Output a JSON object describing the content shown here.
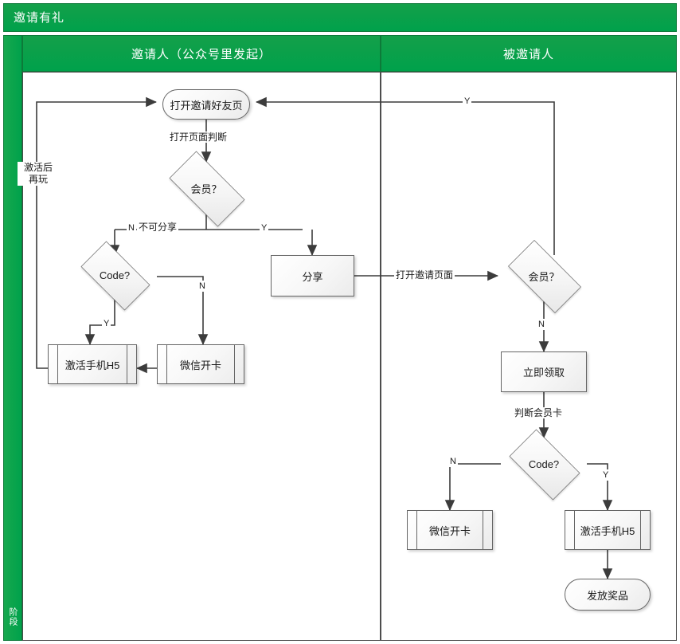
{
  "diagram": {
    "pool_title": "邀请有礼",
    "lane_vertical_label": "阶段",
    "columns": [
      {
        "label": "邀请人（公众号里发起）"
      },
      {
        "label": "被邀请人"
      }
    ],
    "nodes": [
      {
        "id": "open_invite_page",
        "label": "打开邀请好友页",
        "shape": "terminator",
        "lane": 0
      },
      {
        "id": "member_q_left",
        "label": "会员？",
        "shape": "decision",
        "lane": 0
      },
      {
        "id": "code_q_left",
        "label": "Code?",
        "shape": "decision",
        "lane": 0
      },
      {
        "id": "activate_h5_left",
        "label": "激活手机H5",
        "shape": "process",
        "lane": 0
      },
      {
        "id": "wechat_card_left",
        "label": "微信开卡",
        "shape": "process",
        "lane": 0
      },
      {
        "id": "share",
        "label": "分享",
        "shape": "rectangle",
        "lane": 0
      },
      {
        "id": "member_q_right",
        "label": "会员？",
        "shape": "decision",
        "lane": 1
      },
      {
        "id": "claim_now",
        "label": "立即领取",
        "shape": "rectangle",
        "lane": 1
      },
      {
        "id": "code_q_right",
        "label": "Code?",
        "shape": "decision",
        "lane": 1
      },
      {
        "id": "wechat_card_right",
        "label": "微信开卡",
        "shape": "process",
        "lane": 1
      },
      {
        "id": "activate_h5_right",
        "label": "激活手机H5",
        "shape": "process",
        "lane": 1
      },
      {
        "id": "give_prize",
        "label": "发放奖品",
        "shape": "terminator",
        "lane": 1
      }
    ],
    "edge_labels": {
      "open_page_judge": "打开页面判断",
      "member_left_no": "N",
      "cannot_share": "不可分享",
      "member_left_yes": "Y",
      "code_left_yes": "Y",
      "code_left_no": "N",
      "replay_after_activate": "激活后\n再玩",
      "open_invite_page_edge": "打开邀请页面",
      "member_right_yes": "Y",
      "member_right_no": "N",
      "judge_member_card": "判断会员卡",
      "code_right_no": "N",
      "code_right_yes": "Y"
    },
    "colors": {
      "pool_green": "#00a14b",
      "pool_green_border": "#0d7a39",
      "node_stroke": "#666666",
      "wire": "#3c3c3c",
      "lane_border": "#4d4d4d",
      "text": "#1a1a1a",
      "header_text": "#ffffff"
    }
  }
}
